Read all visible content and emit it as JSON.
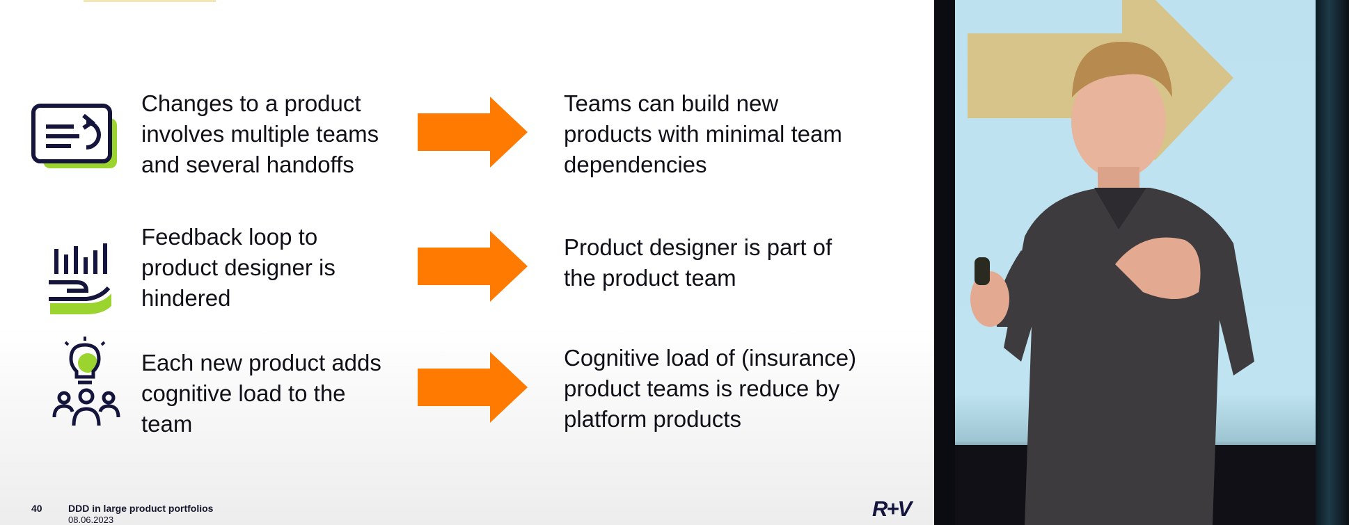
{
  "slide": {
    "rows": [
      {
        "icon": "document-return-icon",
        "left": "Changes to a product\ninvolves multiple teams\nand several handoffs",
        "right": "Teams can build new\nproducts with minimal team\ndependencies"
      },
      {
        "icon": "hand-with-bars-icon",
        "left": "Feedback loop to\nproduct designer is\nhindered",
        "right": "Product designer is part of\nthe product team"
      },
      {
        "icon": "lightbulb-team-icon",
        "left": "Each new product adds\ncognitive load to the\nteam",
        "right": "Cognitive load of (insurance)\nproduct teams is reduce by\nplatform products"
      }
    ],
    "footer": {
      "page_number": "40",
      "title": "DDD in large product portfolios",
      "date": "08.06.2023",
      "logo": "R+V"
    }
  },
  "colors": {
    "accent_orange": "#ff7a00",
    "accent_green": "#9bd42f",
    "navy": "#14143c"
  },
  "camera": {
    "description_icon": "speaker-video-feed"
  }
}
